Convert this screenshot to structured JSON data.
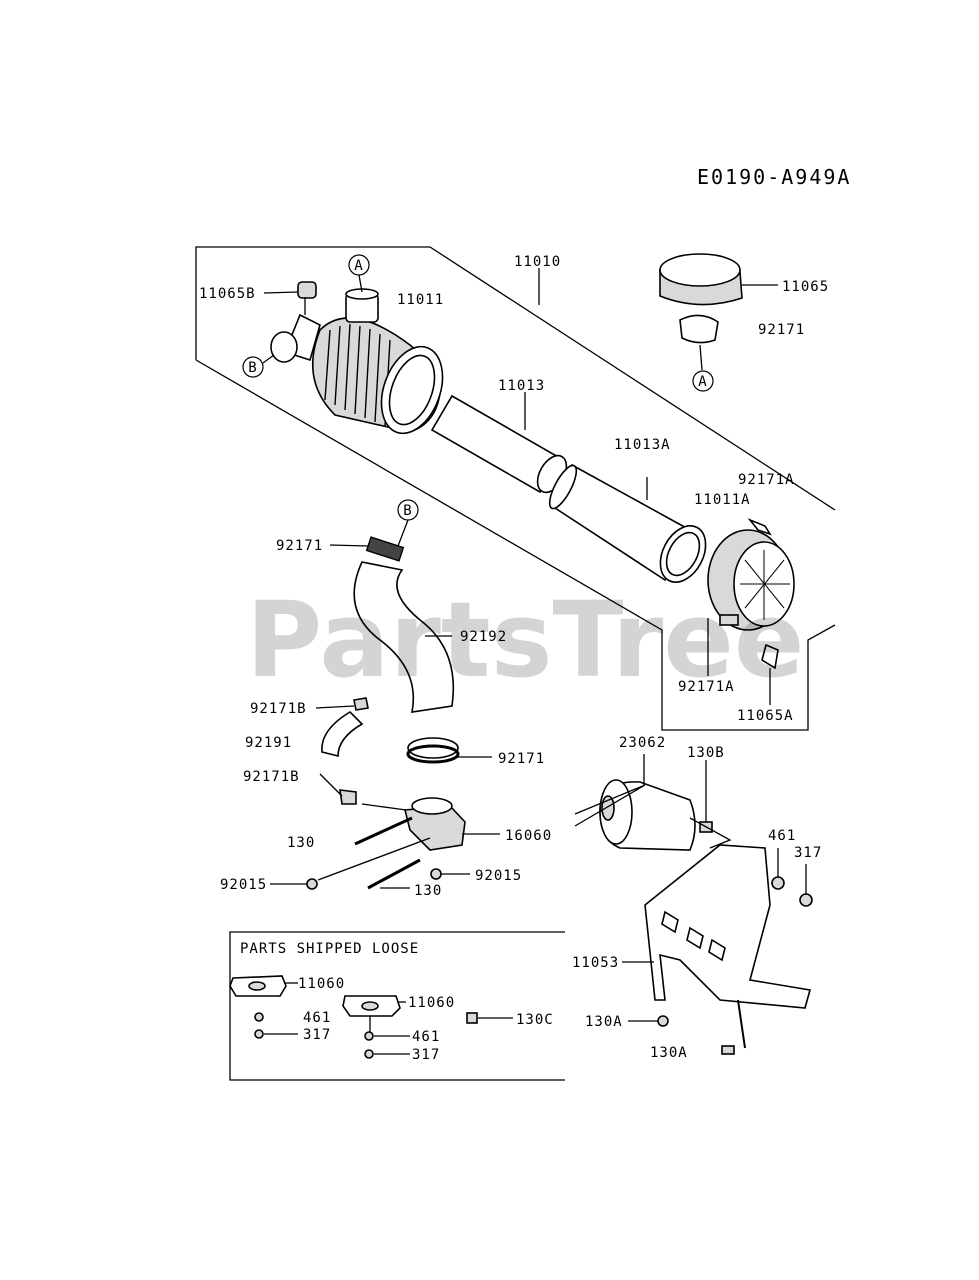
{
  "diagram_code": "E0190-A949A",
  "watermark": "PartsTree",
  "callouts": {
    "A_top": "A",
    "A_bottom": "A",
    "B_left": "B",
    "B_hose": "B"
  },
  "labels": {
    "p11065B": "11065B",
    "p11011": "11011",
    "p11010": "11010",
    "p11065": "11065",
    "p92171_clamp": "92171",
    "p11013": "11013",
    "p11013A": "11013A",
    "p92171A_top": "92171A",
    "p11011A": "11011A",
    "p92171_b": "92171",
    "p92192": "92192",
    "p92171A_bot": "92171A",
    "p11065A": "11065A",
    "p92171B_top": "92171B",
    "p92191": "92191",
    "p92171_c": "92171",
    "p92171B_bot": "92171B",
    "p130_left": "130",
    "p16060": "16060",
    "p92015_left": "92015",
    "p92015_right": "92015",
    "p130_bottom": "130",
    "p23062": "23062",
    "p130B": "130B",
    "p461_right": "461",
    "p317_right": "317",
    "p11053": "11053",
    "p130A_a": "130A",
    "p130A_b": "130A"
  },
  "loose_parts": {
    "title": "PARTS SHIPPED LOOSE",
    "items": {
      "g11060_a": "11060",
      "g11060_b": "11060",
      "n461_a": "461",
      "n317_a": "317",
      "n461_b": "461",
      "n317_b": "317",
      "b130C": "130C"
    }
  }
}
